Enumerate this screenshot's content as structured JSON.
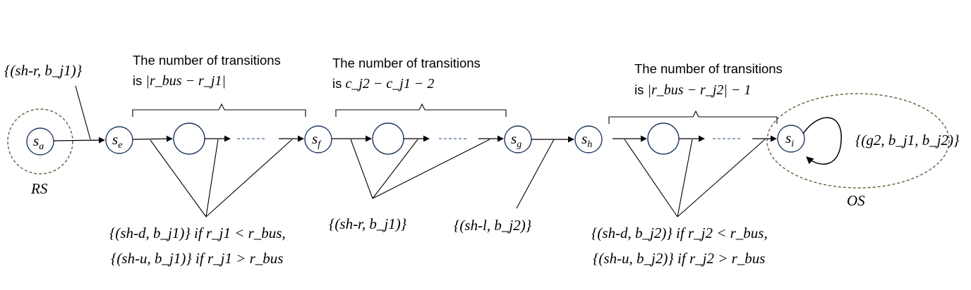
{
  "states": {
    "sa": "s",
    "sa_sub": "a",
    "se": "s",
    "se_sub": "e",
    "sf": "s",
    "sf_sub": "f",
    "sg": "s",
    "sg_sub": "g",
    "sh": "s",
    "sh_sub": "h",
    "si": "s",
    "si_sub": "i"
  },
  "regions": {
    "rs": "RS",
    "os": "OS"
  },
  "braces": {
    "b1_line1": "The number of transitions",
    "b1_line2_prefix": "is ",
    "b1_line2_math": "|r_bus − r_j1|",
    "b2_line1": "The number of transitions",
    "b2_line2_prefix": "is ",
    "b2_line2_math": "c_j2 − c_j1 − 2",
    "b3_line1": "The number of transitions",
    "b3_line2_prefix": "is ",
    "b3_line2_math": "|r_bus − r_j2| − 1"
  },
  "actions": {
    "entry": "{(sh-r, b_j1)}",
    "down_up_1_line1": "{(sh-d, b_j1)} if r_j1 < r_bus,",
    "down_up_1_line2": "{(sh-u, b_j1)} if r_j1 > r_bus",
    "right_2": "{(sh-r, b_j1)}",
    "left_g": "{(sh-l, b_j2)}",
    "down_up_3_line1": "{(sh-d, b_j2)} if r_j2 < r_bus,",
    "down_up_3_line2": "{(sh-u, b_j2)} if r_j2 > r_bus",
    "goal_loop": "{(g2, b_j1, b_j2)}"
  },
  "ellipsis": "------"
}
